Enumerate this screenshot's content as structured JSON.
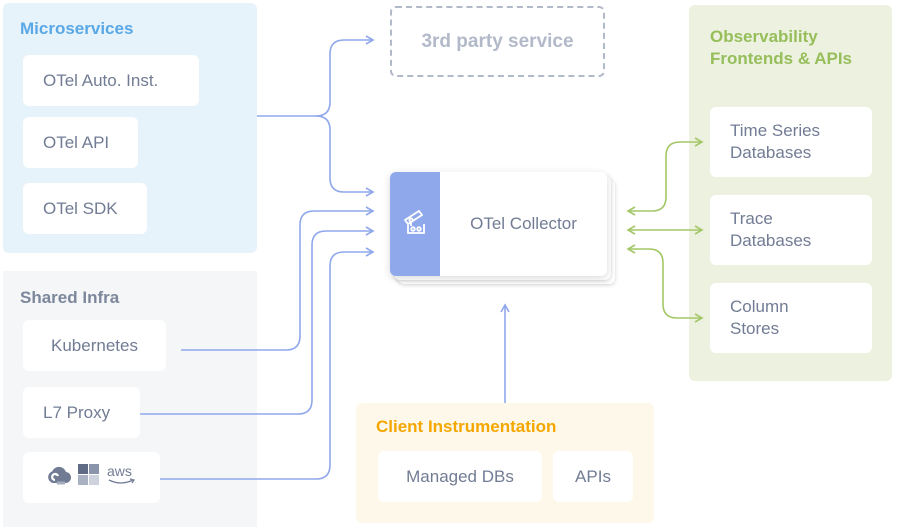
{
  "diagram": {
    "colors": {
      "microservices_accent": "#5aa8e6",
      "infra_accent": "#7d879c",
      "observability_accent": "#96be5a",
      "client_accent": "#f4a700",
      "inbound_arrow": "#8fa8eb",
      "outbound_arrow": "#a3c767",
      "collector_band": "#8fa8eb"
    },
    "microservices": {
      "title": "Microservices",
      "items": [
        "OTel Auto. Inst.",
        "OTel API",
        "OTel SDK"
      ]
    },
    "shared_infra": {
      "title": "Shared Infra",
      "items": [
        "Kubernetes",
        "L7 Proxy"
      ],
      "cloud_providers": [
        {
          "name": "google-cloud-icon"
        },
        {
          "name": "azure-windows-icon"
        },
        {
          "name": "aws-icon",
          "label": "aws"
        }
      ]
    },
    "third_party": {
      "label": "3rd party service"
    },
    "collector": {
      "label": "OTel Collector",
      "icon": "telescope-icon"
    },
    "observability": {
      "title_line1": "Observability",
      "title_line2": "Frontends & APIs",
      "items": [
        {
          "line1": "Time Series",
          "line2": "Databases"
        },
        {
          "line1": "Trace",
          "line2": "Databases"
        },
        {
          "line1": "Column",
          "line2": "Stores"
        }
      ]
    },
    "client_instrumentation": {
      "title": "Client Instrumentation",
      "items": [
        "Managed DBs",
        "APIs"
      ]
    }
  }
}
